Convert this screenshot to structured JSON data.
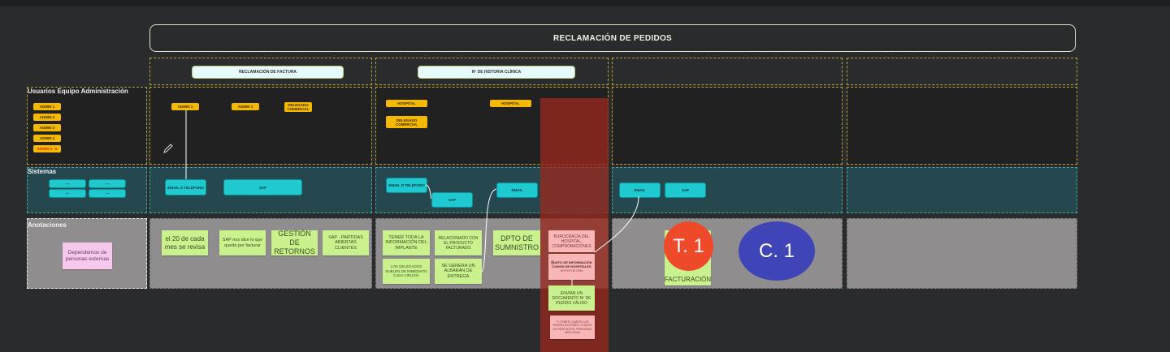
{
  "title": "RECLAMACIÓN DE PEDIDOS",
  "columns": [
    "RECLAMACIÓN DE FACTURA",
    "Nº DE HISTORIA CLÍNICA"
  ],
  "rows": {
    "users": "Usuarios Equipo Administración",
    "systems": "Sistemas",
    "notes": "Anotaciones"
  },
  "users": {
    "admins": [
      "ADMIN 1",
      "ADMIN 2",
      "ADMIN 3",
      "ADMIN 4",
      "ADMIN 5 - 6"
    ],
    "col1": [
      "ADMIN 1",
      "ADMIN 1",
      "DELEGADO COMERCIAL"
    ],
    "col2": [
      "HOSPITAL",
      "HOSPITAL",
      "DELEGADO COMERCIAL"
    ]
  },
  "systems": {
    "blank": [
      "---",
      "---",
      "---",
      "---"
    ],
    "col1": [
      "EMAIL O TELÉFONO",
      "SAP"
    ],
    "col2": [
      "EMAIL O TELÉFONO",
      "SAP",
      "EMAIL"
    ],
    "col3": [
      "EMAIL",
      "SAP"
    ]
  },
  "notes": {
    "first": "Dependemos de personas externas",
    "col1": [
      "el 20 de cada mes se revisa",
      "SAP nos dice lo que queda por facturar",
      "GESTIÓN DE RETORNOS",
      "SAP - PARTIDAS ABIERTAS CLIENTES"
    ],
    "col2": [
      "TENER TODA LA INFORMACIÓN DEL IMPLANTE",
      "RELACIONADO CON EL PRODUCTO FACTURADO",
      "DPTO DE SUMNISTRO",
      "LOS DELEGADOS SUELEN DE INMEDIATO CADA CIRUGÍA",
      "SE GENERA UN ALBARÁN DE ENTREGA"
    ],
    "highlight": [
      "BUROCRACIA DEL HOSPITAL, COMPROBACIONES",
      "S",
      "PUNTO DE INFORMACIÓN COMÚN DE HOSPITALES",
      "APOYO DE CRM",
      "ENVÍAN UN DOCUMENTO Nº DE PEDIDO VÁLIDO",
      "*** TENER CLAROS LOS INTERLOCUTORES, PLAZOS DE RESPUESTA, PERSONAS INDICADAS"
    ],
    "col3": "FACTURACIÓN"
  },
  "badges": [
    {
      "label": "T. 1",
      "color": "#ee4a2a"
    },
    {
      "label": "C. 1",
      "color": "#3f44b6"
    }
  ]
}
